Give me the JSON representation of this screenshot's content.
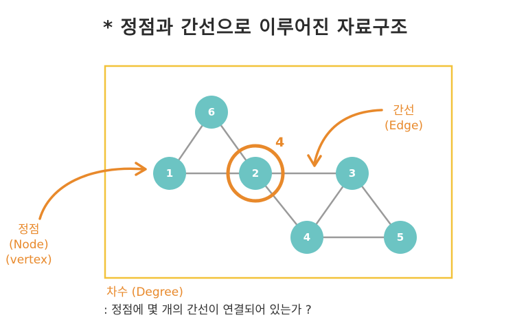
{
  "title": "*  정점과 간선으로 이루어진 자료구조",
  "colors": {
    "frame": "#f2c23a",
    "node": "#6cc4c3",
    "edge": "#9a9a9a",
    "accent": "#e8892b",
    "text": "#333333"
  },
  "graph": {
    "nodes": [
      {
        "id": "1",
        "label": "1"
      },
      {
        "id": "2",
        "label": "2"
      },
      {
        "id": "3",
        "label": "3"
      },
      {
        "id": "4",
        "label": "4"
      },
      {
        "id": "5",
        "label": "5"
      },
      {
        "id": "6",
        "label": "6"
      }
    ],
    "edges": [
      [
        "6",
        "1"
      ],
      [
        "6",
        "2"
      ],
      [
        "1",
        "2"
      ],
      [
        "2",
        "3"
      ],
      [
        "2",
        "4"
      ],
      [
        "3",
        "4"
      ],
      [
        "3",
        "5"
      ],
      [
        "4",
        "5"
      ]
    ],
    "highlight_node": "2",
    "highlight_degree": "4"
  },
  "annotations": {
    "edge": {
      "line1": "간선",
      "line2": "(Edge)"
    },
    "vertex": {
      "line1": "정점",
      "line2": "(Node)",
      "line3": "(vertex)"
    },
    "degree": {
      "label": "차수 (Degree)",
      "description": ": 정점에 몇 개의 간선이 연결되어 있는가 ?"
    }
  }
}
